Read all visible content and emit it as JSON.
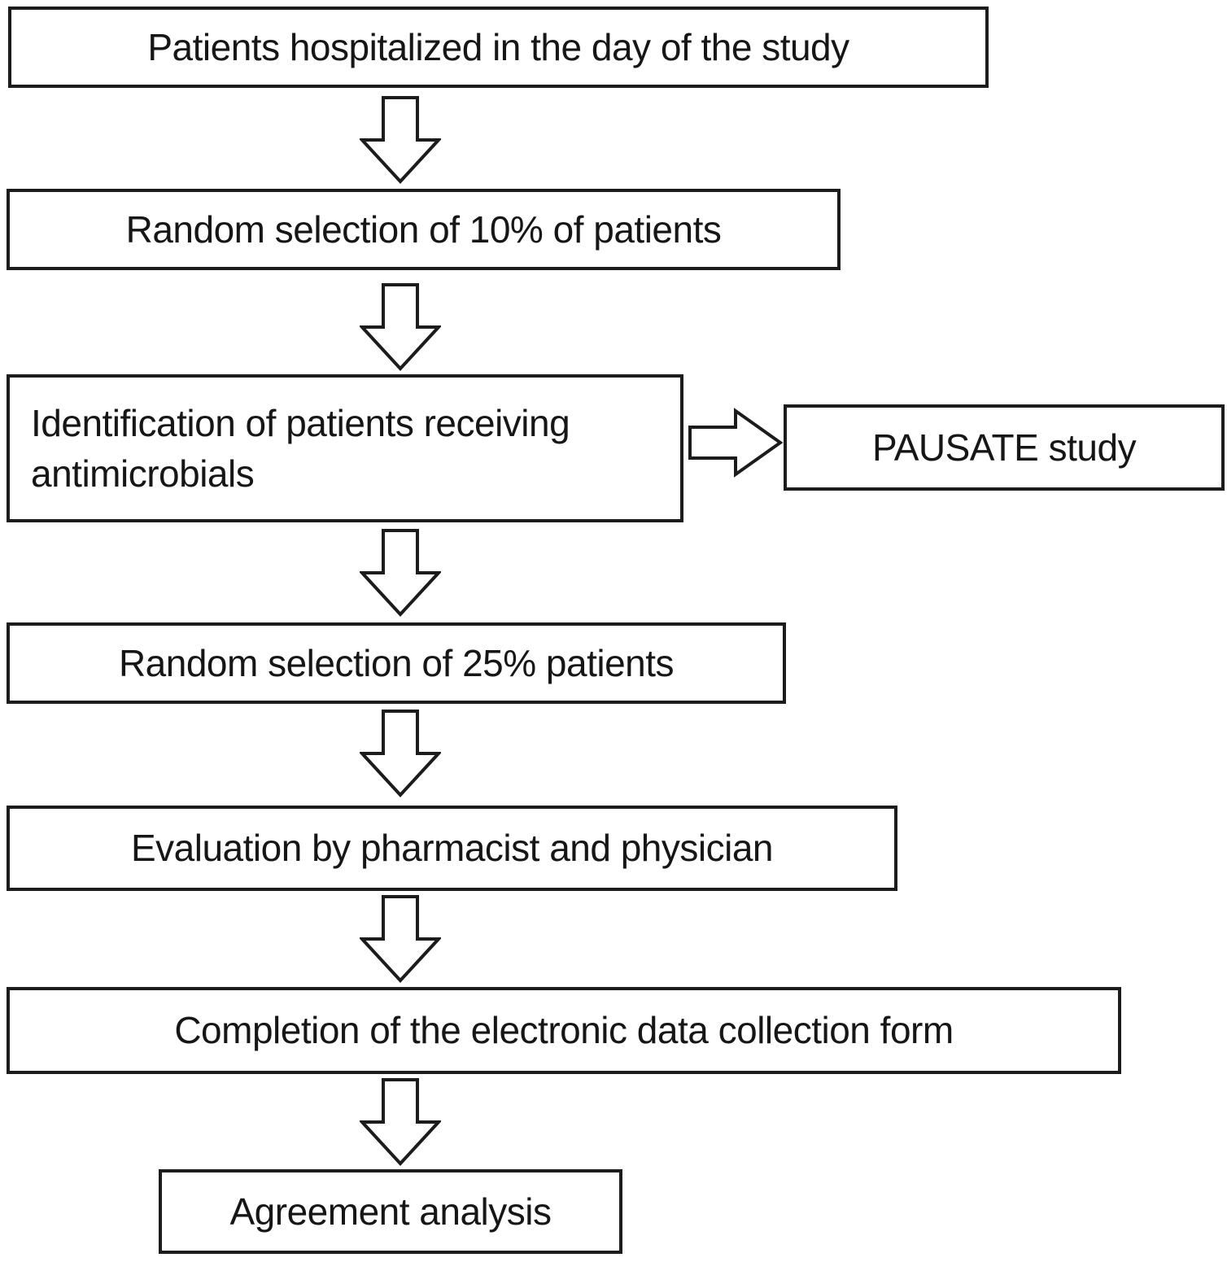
{
  "diagram": {
    "type": "flowchart",
    "nodes": [
      {
        "id": "hospitalized",
        "label": "Patients hospitalized in the day of the study"
      },
      {
        "id": "random10",
        "label": "Random selection of 10% of patients"
      },
      {
        "id": "identify",
        "label": "Identification of patients receiving antimicrobials"
      },
      {
        "id": "pausate",
        "label": "PAUSATE study"
      },
      {
        "id": "random25",
        "label": "Random selection of 25% patients"
      },
      {
        "id": "evaluation",
        "label": "Evaluation by pharmacist and physician"
      },
      {
        "id": "completion",
        "label": "Completion of the electronic data collection form"
      },
      {
        "id": "agreement",
        "label": "Agreement analysis"
      }
    ],
    "edges": [
      {
        "from": "hospitalized",
        "to": "random10",
        "icon": "down-block-arrow"
      },
      {
        "from": "random10",
        "to": "identify",
        "icon": "down-block-arrow"
      },
      {
        "from": "identify",
        "to": "pausate",
        "icon": "right-block-arrow"
      },
      {
        "from": "identify",
        "to": "random25",
        "icon": "down-block-arrow"
      },
      {
        "from": "random25",
        "to": "evaluation",
        "icon": "down-block-arrow"
      },
      {
        "from": "evaluation",
        "to": "completion",
        "icon": "down-block-arrow"
      },
      {
        "from": "completion",
        "to": "agreement",
        "icon": "down-block-arrow"
      }
    ],
    "colors": {
      "box_border": "#1c1c1c",
      "box_fill": "#ffffff",
      "text": "#161616",
      "background": "#ffffff"
    }
  }
}
